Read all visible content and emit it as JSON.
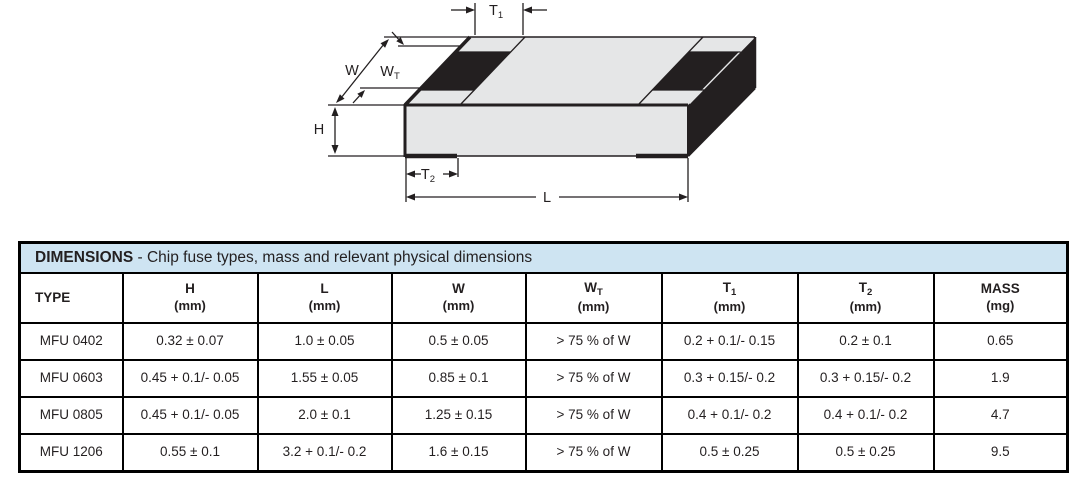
{
  "diagram": {
    "labels": {
      "t1_main": "T",
      "t1_sub": "1",
      "w": "W",
      "wt_main": "W",
      "wt_sub": "T",
      "h": "H",
      "t2_main": "T",
      "t2_sub": "2",
      "l": "L"
    },
    "colors": {
      "body": "#e5e6e7",
      "terminal": "#231f20",
      "line": "#231f20"
    }
  },
  "table": {
    "title_bold": "DIMENSIONS",
    "title_rest": " - Chip fuse types, mass and relevant physical dimensions",
    "title_bg": "#cee4f2",
    "headers": [
      {
        "main": "TYPE",
        "sub": "",
        "unit": ""
      },
      {
        "main": "H",
        "sub": "",
        "unit": "(mm)"
      },
      {
        "main": "L",
        "sub": "",
        "unit": "(mm)"
      },
      {
        "main": "W",
        "sub": "",
        "unit": "(mm)"
      },
      {
        "main": "W",
        "sub": "T",
        "unit": "(mm)"
      },
      {
        "main": "T",
        "sub": "1",
        "unit": "(mm)"
      },
      {
        "main": "T",
        "sub": "2",
        "unit": "(mm)"
      },
      {
        "main": "MASS",
        "sub": "",
        "unit": "(mg)"
      }
    ],
    "rows": [
      {
        "cells": [
          "MFU 0402",
          "0.32 ± 0.07",
          "1.0 ± 0.05",
          "0.5 ± 0.05",
          "> 75 % of W",
          "0.2 + 0.1/- 0.15",
          "0.2 ± 0.1",
          "0.65"
        ]
      },
      {
        "cells": [
          "MFU 0603",
          "0.45 + 0.1/- 0.05",
          "1.55 ± 0.05",
          "0.85 ± 0.1",
          "> 75 % of W",
          "0.3 + 0.15/- 0.2",
          "0.3 + 0.15/- 0.2",
          "1.9"
        ]
      },
      {
        "cells": [
          "MFU 0805",
          "0.45 + 0.1/- 0.05",
          "2.0 ± 0.1",
          "1.25 ± 0.15",
          "> 75 % of W",
          "0.4 + 0.1/- 0.2",
          "0.4 + 0.1/- 0.2",
          "4.7"
        ]
      },
      {
        "cells": [
          "MFU 1206",
          "0.55 ± 0.1",
          "3.2 + 0.1/- 0.2",
          "1.6 ± 0.15",
          "> 75 % of W",
          "0.5 ± 0.25",
          "0.5 ± 0.25",
          "9.5"
        ]
      }
    ]
  }
}
